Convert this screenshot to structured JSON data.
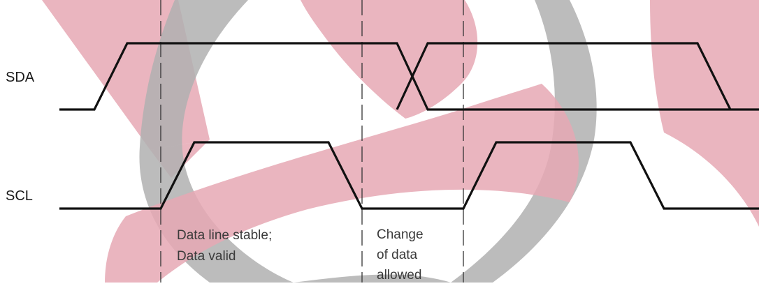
{
  "colors": {
    "watermark_red": "#e6a8b4",
    "watermark_gray": "#b0b0b0",
    "signal": "#111111",
    "guide": "#333333",
    "label_text": "#1a1a1a",
    "note_text": "#3a3a3a"
  },
  "watermark": {
    "description_icon": "logo-watermark"
  },
  "signals": {
    "sda": {
      "label": "SDA"
    },
    "scl": {
      "label": "SCL"
    }
  },
  "annotations": {
    "stable": [
      "Data line stable;",
      "Data valid"
    ],
    "change": [
      "Change",
      "of data",
      "allowed"
    ]
  }
}
